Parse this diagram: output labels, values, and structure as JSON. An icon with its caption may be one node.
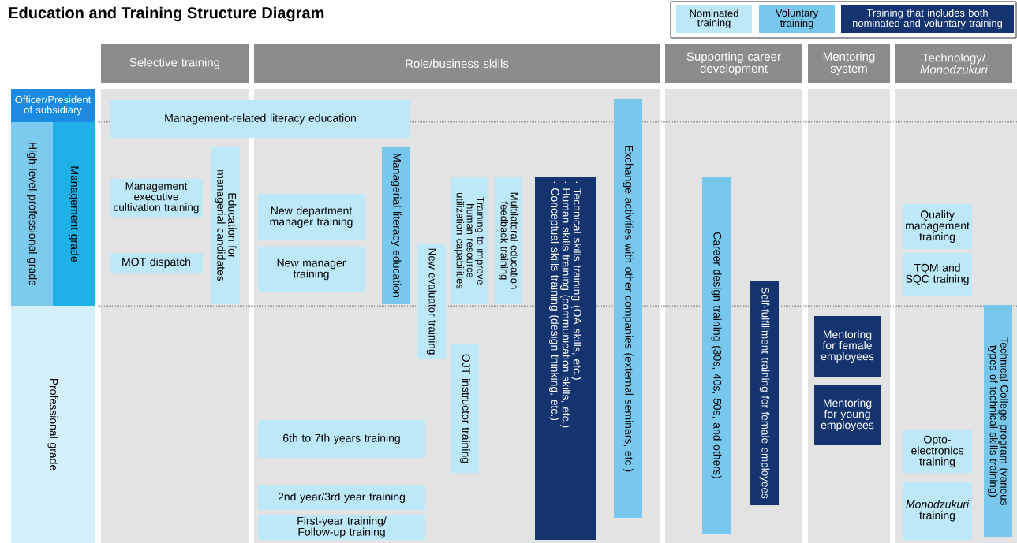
{
  "diagram": {
    "title": "Education and Training Structure Diagram",
    "nodes": [
      {
        "text": [
          "Selective training"
        ]
      },
      {
        "text": [
          "Role/business skills"
        ]
      },
      {
        "text": [
          "Supporting career development"
        ]
      },
      {
        "text": [
          "Mentoring system"
        ]
      },
      {
        "text": [
          "Technology/ *Monodzukuri*"
        ]
      },
      {
        "text": [
          "Officer/President of subsidiary"
        ]
      },
      {
        "text": [
          "High-level professional grade"
        ]
      },
      {
        "text": [
          "Management grade"
        ]
      },
      {
        "text": [
          "Professional grade"
        ]
      },
      {
        "text": [
          "Management-related literacy education"
        ]
      },
      {
        "text": [
          "Management executive cultivation training"
        ]
      },
      {
        "text": [
          "MOT dispatch"
        ]
      },
      {
        "text": [
          "Education for managerial candidates"
        ]
      },
      {
        "text": [
          "New department manager training"
        ]
      },
      {
        "text": [
          "New manager training"
        ]
      },
      {
        "text": [
          "Managerial literacy education"
        ]
      },
      {
        "text": [
          "New evaluator training"
        ]
      },
      {
        "text": [
          "Training to improve human resource utilization capabilities"
        ]
      },
      {
        "text": [
          "Multilateral education feedback training"
        ]
      },
      {
        "text": [
          "· Technical skills training (OA skills, etc.)",
          "· Human skills training (communication skills, etc.)",
          "· Conceptual skills training (design thinking, etc.)"
        ]
      },
      {
        "text": [
          "Exchange activities with other companies (external seminars, etc.)"
        ]
      },
      {
        "text": [
          "OJT instructor training"
        ]
      },
      {
        "text": [
          "6th to 7th years training"
        ]
      },
      {
        "text": [
          "2nd year/3rd year training"
        ]
      },
      {
        "text": [
          "First-year training/ Follow-up training"
        ]
      },
      {
        "text": [
          "Career design training (30s, 40s, 50s, and others)"
        ]
      },
      {
        "text": [
          "Self-fulfillment training for female employees"
        ]
      },
      {
        "text": [
          "Mentoring for female employees"
        ]
      },
      {
        "text": [
          "Mentoring for young employees"
        ]
      },
      {
        "text": [
          "Quality management training"
        ]
      },
      {
        "text": [
          "TQM and SQC training"
        ]
      },
      {
        "text": [
          "Technical College program (various types of technical skills training)"
        ]
      },
      {
        "text": [
          "Opto-electronics training"
        ]
      },
      {
        "text": [
          "*Monodzukuri* training"
        ]
      }
    ],
    "legend": [
      {
        "text": "Nominated training",
        "color": "#bde8f8"
      },
      {
        "text": "Voluntary training",
        "color": "#78c8ee"
      },
      {
        "text": "Training that includes both nominated and voluntary training",
        "color": "#14346f"
      }
    ]
  }
}
